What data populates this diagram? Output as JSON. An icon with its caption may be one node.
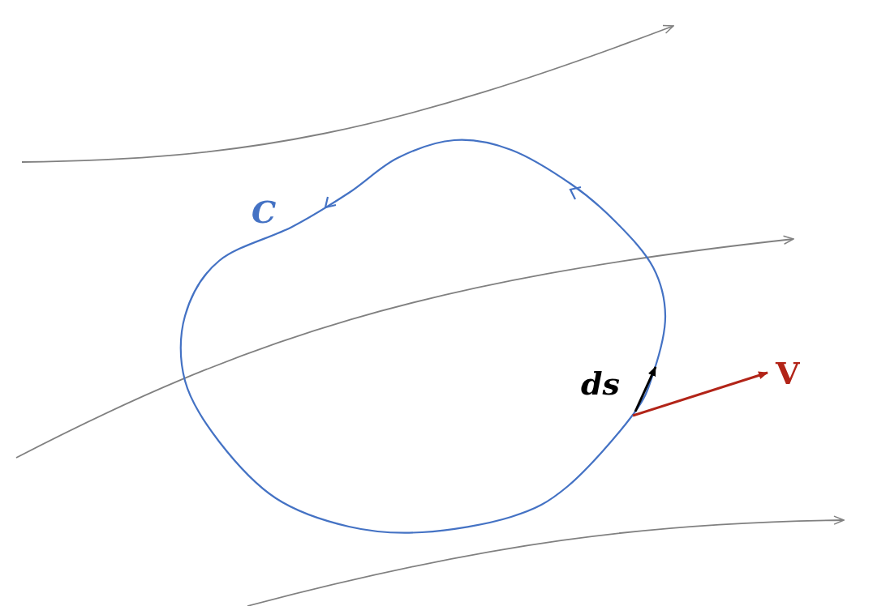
{
  "diagram": {
    "labels": [
      "C",
      "ds",
      "V"
    ]
  }
}
